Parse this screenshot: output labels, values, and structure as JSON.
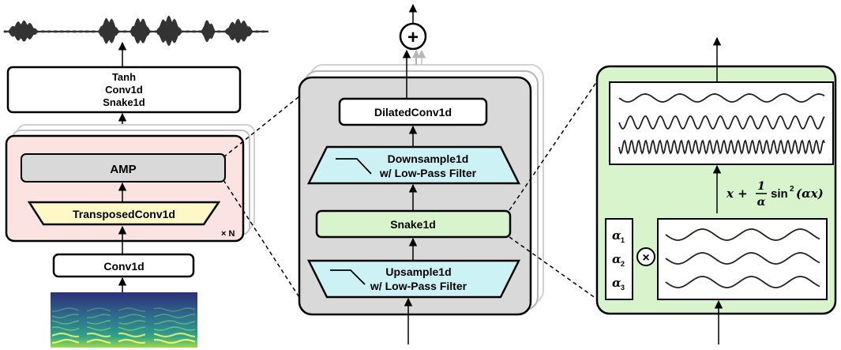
{
  "left_stack": {
    "head_lines": [
      "Tanh",
      "Conv1d",
      "Snake1d"
    ],
    "amp_label": "AMP",
    "transposed_label": "TransposedConv1d",
    "repeat_label": "× N",
    "conv_label": "Conv1d"
  },
  "amp_block": {
    "add_symbol": "+",
    "dilated_label": "DilatedConv1d",
    "downsample_lines": [
      "Downsample1d",
      "w/ Low-Pass Filter"
    ],
    "snake_label": "Snake1d",
    "upsample_lines": [
      "Upsample1d",
      "w/ Low-Pass Filter"
    ]
  },
  "snake_block": {
    "alphas": [
      {
        "base": "α",
        "sub": "1"
      },
      {
        "base": "α",
        "sub": "2"
      },
      {
        "base": "α",
        "sub": "3"
      }
    ],
    "multiply_symbol": "×",
    "formula": {
      "prefix": "x +",
      "numerator": "1",
      "denominator": "α",
      "suffix": "sin",
      "power": "2",
      "arg": "(αx)"
    }
  },
  "colors": {
    "pink_fill": "#fbe3e2",
    "gray_fill": "#d9d9d9",
    "yellow_fill": "#fdf8c6",
    "cyan_fill": "#cdf2f6",
    "green_fill": "#d8f4cc",
    "stroke": "#000000"
  }
}
